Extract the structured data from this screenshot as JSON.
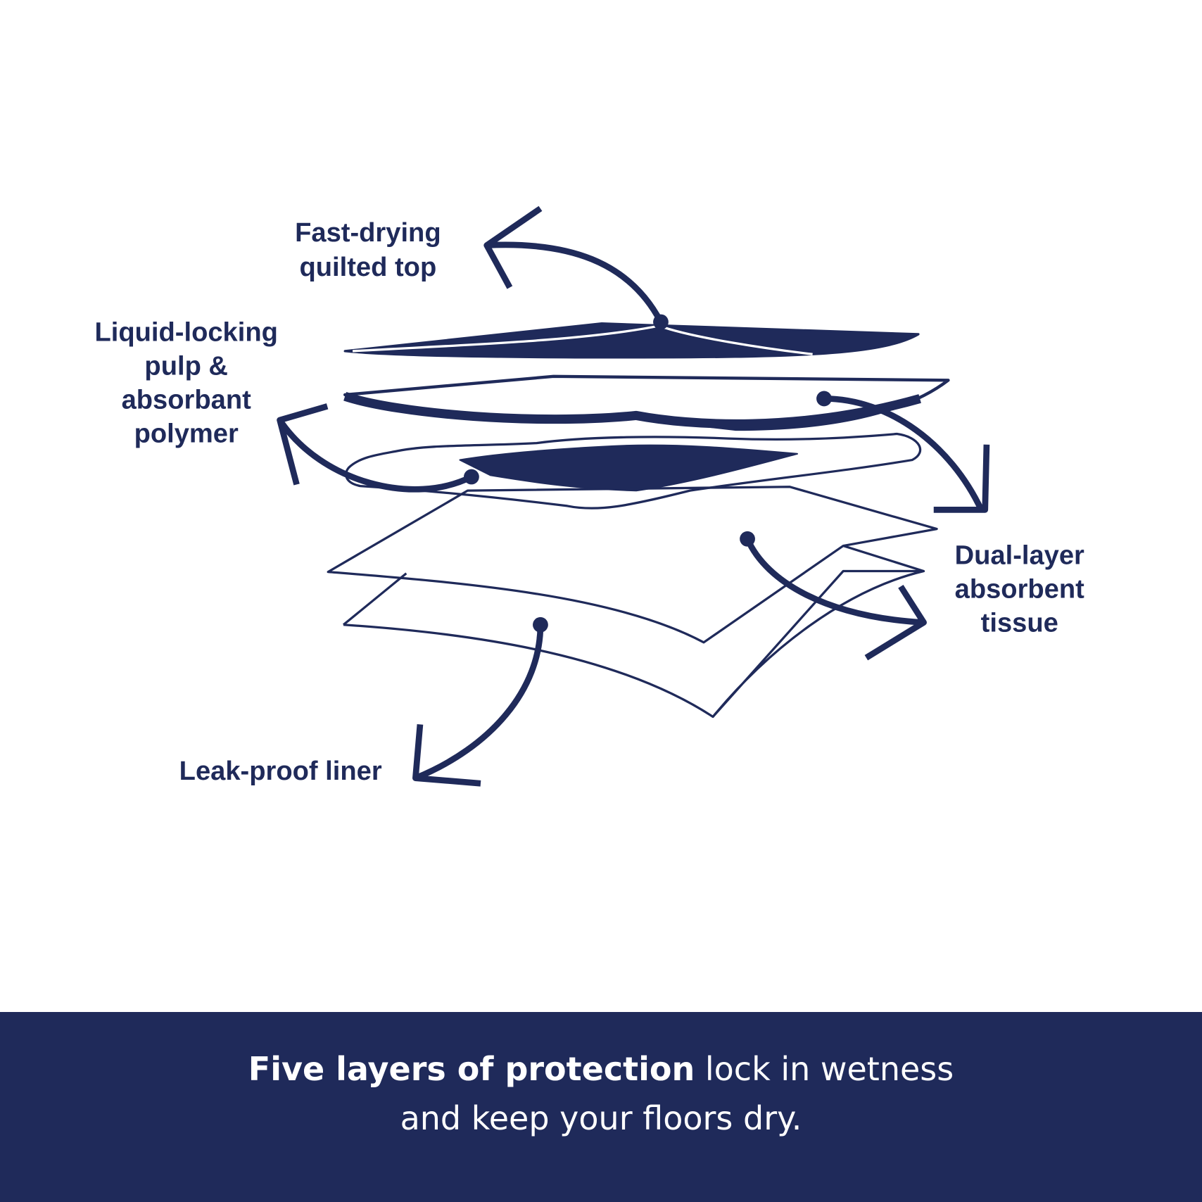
{
  "colors": {
    "navy": "#1f2a5a",
    "background": "#ffffff",
    "text_on_banner": "#ffffff"
  },
  "labels": {
    "quilted_top": [
      "Fast-drying",
      "quilted top"
    ],
    "pulp": [
      "Liquid-locking",
      "pulp &",
      "absorbant",
      "polymer"
    ],
    "tissue": [
      "Dual-layer",
      "absorbent",
      "tissue"
    ],
    "liner": [
      "Leak-proof liner"
    ]
  },
  "banner": {
    "bold": "Five layers of protection",
    "regular": " lock in wetness",
    "line2": "and keep your floors dry."
  }
}
